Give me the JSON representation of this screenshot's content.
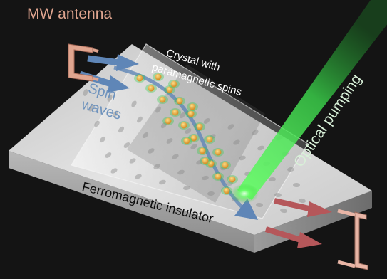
{
  "labels": {
    "mw_antenna": "MW antenna",
    "spin_waves_line1": "Spin",
    "spin_waves_line2": "waves",
    "crystal_line1": "Crystal with",
    "crystal_line2": "paramagnetic spins",
    "optical_pumping": "Optical pumping",
    "ferromagnetic_insulator": "Ferromagnetic insulator"
  },
  "colors": {
    "antenna": "#e0a58f",
    "spin_wave_arrows": "#5f86b7",
    "output_arrows": "#b5575a",
    "laser": "#4dff5a",
    "slab_top": "#dadada",
    "background": "#141414"
  }
}
